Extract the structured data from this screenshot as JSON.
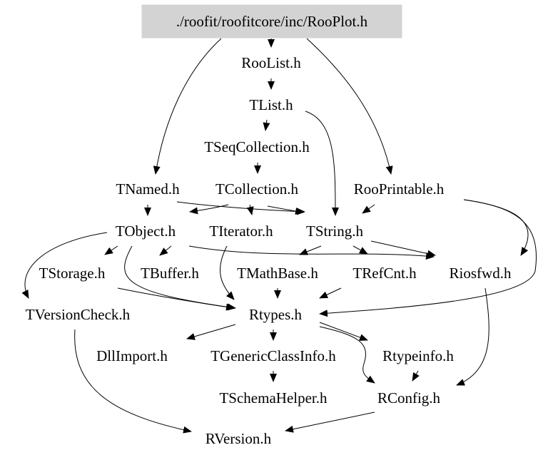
{
  "nodes": [
    {
      "id": "rooplot",
      "label": "./roofit/roofitcore/inc/RooPlot.h",
      "root": true
    },
    {
      "id": "roolist",
      "label": "RooList.h"
    },
    {
      "id": "tlist",
      "label": "TList.h"
    },
    {
      "id": "tseqcollection",
      "label": "TSeqCollection.h"
    },
    {
      "id": "tnamed",
      "label": "TNamed.h"
    },
    {
      "id": "tcollection",
      "label": "TCollection.h"
    },
    {
      "id": "rooprintable",
      "label": "RooPrintable.h"
    },
    {
      "id": "tobject",
      "label": "TObject.h"
    },
    {
      "id": "titerator",
      "label": "TIterator.h"
    },
    {
      "id": "tstring",
      "label": "TString.h"
    },
    {
      "id": "tstorage",
      "label": "TStorage.h"
    },
    {
      "id": "tbuffer",
      "label": "TBuffer.h"
    },
    {
      "id": "tmathbase",
      "label": "TMathBase.h"
    },
    {
      "id": "trefcnt",
      "label": "TRefCnt.h"
    },
    {
      "id": "riosfwd",
      "label": "Riosfwd.h"
    },
    {
      "id": "tversioncheck",
      "label": "TVersionCheck.h"
    },
    {
      "id": "rtypes",
      "label": "Rtypes.h"
    },
    {
      "id": "dllimport",
      "label": "DllImport.h"
    },
    {
      "id": "tgenericclassinfo",
      "label": "TGenericClassInfo.h"
    },
    {
      "id": "rtypeinfo",
      "label": "Rtypeinfo.h"
    },
    {
      "id": "tschemahelper",
      "label": "TSchemaHelper.h"
    },
    {
      "id": "rconfig",
      "label": "RConfig.h"
    },
    {
      "id": "rversion",
      "label": "RVersion.h"
    }
  ]
}
